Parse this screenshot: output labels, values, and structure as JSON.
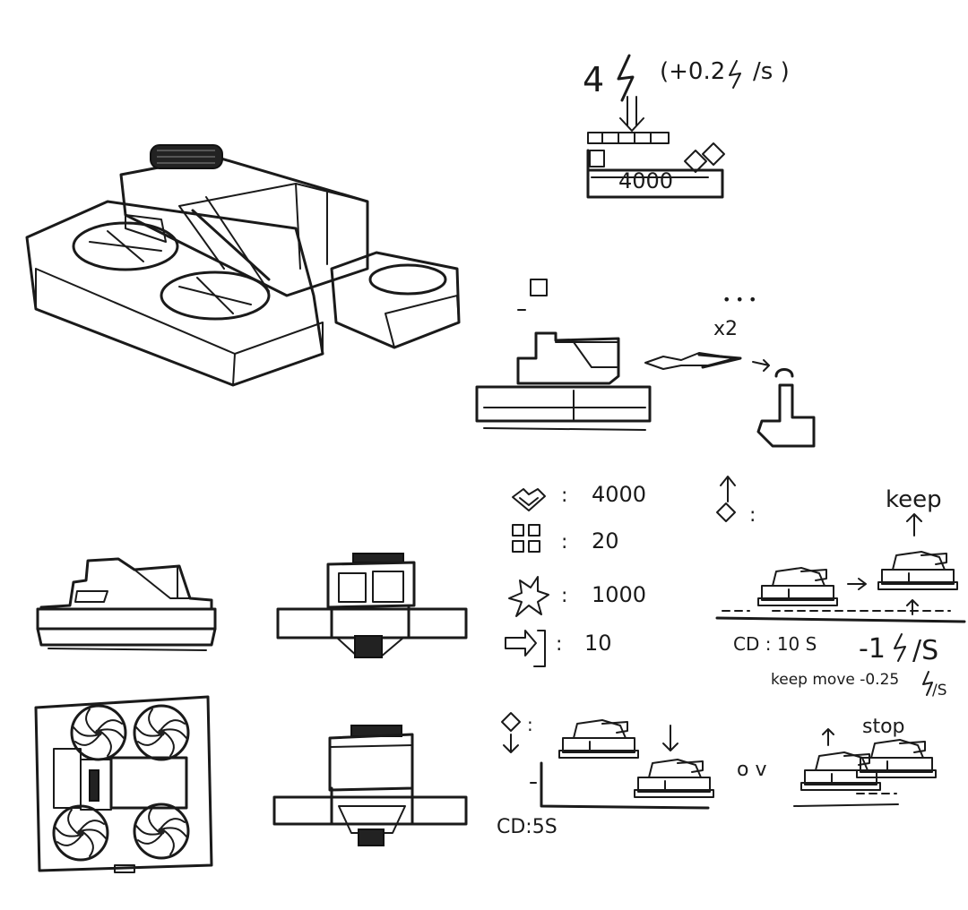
{
  "energy": {
    "amount": "4",
    "regen": "(+0.2",
    "regen_unit": "/s )"
  },
  "hud": {
    "health_value": "4000"
  },
  "fire": {
    "multiplier": "x2",
    "dots": "• • •"
  },
  "stats": [
    {
      "icon": "heart-icon",
      "sep": ":",
      "value": "4000"
    },
    {
      "icon": "grid-icon",
      "sep": ":",
      "value": "20"
    },
    {
      "icon": "star-burst-icon",
      "sep": ":",
      "value": "1000"
    },
    {
      "icon": "arrow-into-wall-icon",
      "sep": ":",
      "value": "10"
    }
  ],
  "ascend": {
    "sep": ":",
    "keep_label": "keep",
    "cd_label": "CD : 10 S",
    "cost": "-1",
    "cost_unit": "/S",
    "keep_move": "keep move -0.25",
    "keep_move_unit": "/S"
  },
  "descend": {
    "sep": ":",
    "or_label": "o v",
    "stop_label": "stop",
    "cd_label": "CD:5S"
  }
}
